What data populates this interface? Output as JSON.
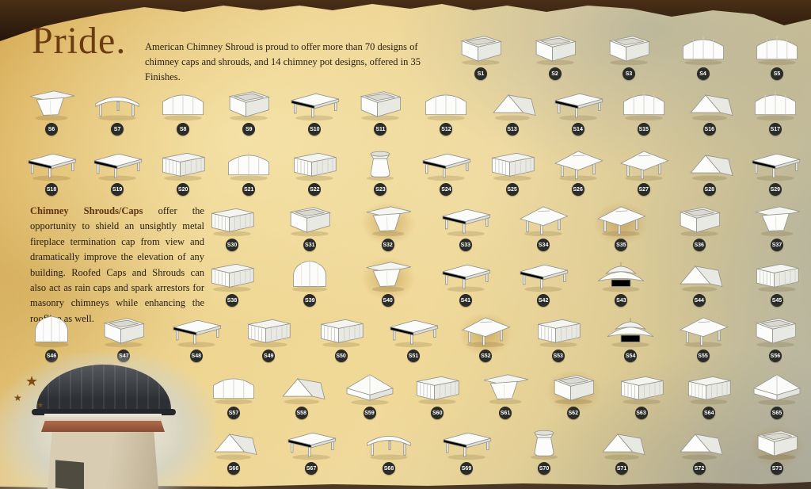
{
  "page": {
    "title": "Pride.",
    "intro": "American Chimney Shroud is proud to offer more than 70 designs of chimney caps and shrouds, and 14 chimney pot designs, offered in 35 Finishes.",
    "body_lead": "Chimney Shrouds/Caps",
    "body_rest": " offer the opportunity to shield an unsightly metal fireplace termination cap from view and dramatically improve the elevation of any building. Roofed Caps and Shrouds can also act as rain caps and spark arrestors for masonry chimneys while enhancing the roofline as well."
  },
  "colors": {
    "title_brown": "#6b3b12",
    "body_lead_brown": "#5f3210",
    "badge_bg": "#2b2b28",
    "tear_brown": "#2e1d10",
    "star_brown": "#7d4c15",
    "parchment": "#e4c671"
  },
  "grid": {
    "rows": [
      {
        "items": [
          {
            "id": "S1",
            "shape": "openbox"
          },
          {
            "id": "S2",
            "shape": "openbox"
          },
          {
            "id": "S3",
            "shape": "openbox"
          },
          {
            "id": "S4",
            "shape": "barrel"
          },
          {
            "id": "S5",
            "shape": "barrel"
          }
        ]
      },
      {
        "items": [
          {
            "id": "S6",
            "shape": "flare"
          },
          {
            "id": "S7",
            "shape": "canopy"
          },
          {
            "id": "S8",
            "shape": "barrel"
          },
          {
            "id": "S9",
            "shape": "openbox"
          },
          {
            "id": "S10",
            "shape": "flattable"
          },
          {
            "id": "S11",
            "shape": "openbox"
          },
          {
            "id": "S12",
            "shape": "barrel"
          },
          {
            "id": "S13",
            "shape": "tent"
          },
          {
            "id": "S14",
            "shape": "flattable"
          },
          {
            "id": "S15",
            "shape": "barrel"
          },
          {
            "id": "S16",
            "shape": "tent"
          },
          {
            "id": "S17",
            "shape": "barrel"
          }
        ]
      },
      {
        "items": [
          {
            "id": "S18",
            "shape": "flattable"
          },
          {
            "id": "S19",
            "shape": "flattable"
          },
          {
            "id": "S20",
            "shape": "louvrebox"
          },
          {
            "id": "S21",
            "shape": "barrel"
          },
          {
            "id": "S22",
            "shape": "louvrebox"
          },
          {
            "id": "S23",
            "shape": "pot"
          },
          {
            "id": "S24",
            "shape": "flattable"
          },
          {
            "id": "S25",
            "shape": "louvrebox"
          },
          {
            "id": "S26",
            "shape": "hiproof"
          },
          {
            "id": "S27",
            "shape": "hiproof"
          },
          {
            "id": "S28",
            "shape": "tent"
          },
          {
            "id": "S29",
            "shape": "flattable"
          }
        ]
      },
      {
        "items": [
          {
            "id": "S30",
            "shape": "louvrebox"
          },
          {
            "id": "S31",
            "shape": "openbox"
          },
          {
            "id": "S32",
            "shape": "flare",
            "hl": true
          },
          {
            "id": "S33",
            "shape": "flattable"
          },
          {
            "id": "S34",
            "shape": "hiproof"
          },
          {
            "id": "S35",
            "shape": "hiproof",
            "hl": true
          },
          {
            "id": "S36",
            "shape": "openbox"
          },
          {
            "id": "S37",
            "shape": "flare"
          }
        ]
      },
      {
        "items": [
          {
            "id": "S38",
            "shape": "louvrebox"
          },
          {
            "id": "S39",
            "shape": "arch"
          },
          {
            "id": "S40",
            "shape": "flare",
            "hl": true
          },
          {
            "id": "S41",
            "shape": "flattable"
          },
          {
            "id": "S42",
            "shape": "flattable"
          },
          {
            "id": "S43",
            "shape": "pagoda"
          },
          {
            "id": "S44",
            "shape": "tent"
          },
          {
            "id": "S45",
            "shape": "louvrebox"
          }
        ]
      },
      {
        "items": [
          {
            "id": "S46",
            "shape": "arch"
          },
          {
            "id": "S47",
            "shape": "openbox"
          },
          {
            "id": "S48",
            "shape": "flattable"
          },
          {
            "id": "S49",
            "shape": "louvrebox"
          },
          {
            "id": "S50",
            "shape": "louvrebox"
          },
          {
            "id": "S51",
            "shape": "flattable"
          },
          {
            "id": "S52",
            "shape": "hiproof",
            "hl": true
          },
          {
            "id": "S53",
            "shape": "louvrebox"
          },
          {
            "id": "S54",
            "shape": "pagoda"
          },
          {
            "id": "S55",
            "shape": "hiproof"
          },
          {
            "id": "S56",
            "shape": "openbox"
          }
        ]
      },
      {
        "items": [
          {
            "id": "S57",
            "shape": "barrel"
          },
          {
            "id": "S58",
            "shape": "tent"
          },
          {
            "id": "S59",
            "shape": "pyramid"
          },
          {
            "id": "S60",
            "shape": "louvrebox"
          },
          {
            "id": "S61",
            "shape": "flare"
          },
          {
            "id": "S62",
            "shape": "openbox",
            "hl": true
          },
          {
            "id": "S63",
            "shape": "louvrebox"
          },
          {
            "id": "S64",
            "shape": "louvrebox"
          },
          {
            "id": "S65",
            "shape": "pyramid"
          }
        ]
      },
      {
        "items": [
          {
            "id": "S66",
            "shape": "tent"
          },
          {
            "id": "S67",
            "shape": "flattable"
          },
          {
            "id": "S68",
            "shape": "canopy"
          },
          {
            "id": "S69",
            "shape": "flattable"
          },
          {
            "id": "S70",
            "shape": "pot"
          },
          {
            "id": "S71",
            "shape": "tent"
          },
          {
            "id": "S72",
            "shape": "tent"
          },
          {
            "id": "S73",
            "shape": "openbox",
            "hl": true
          }
        ]
      }
    ]
  }
}
